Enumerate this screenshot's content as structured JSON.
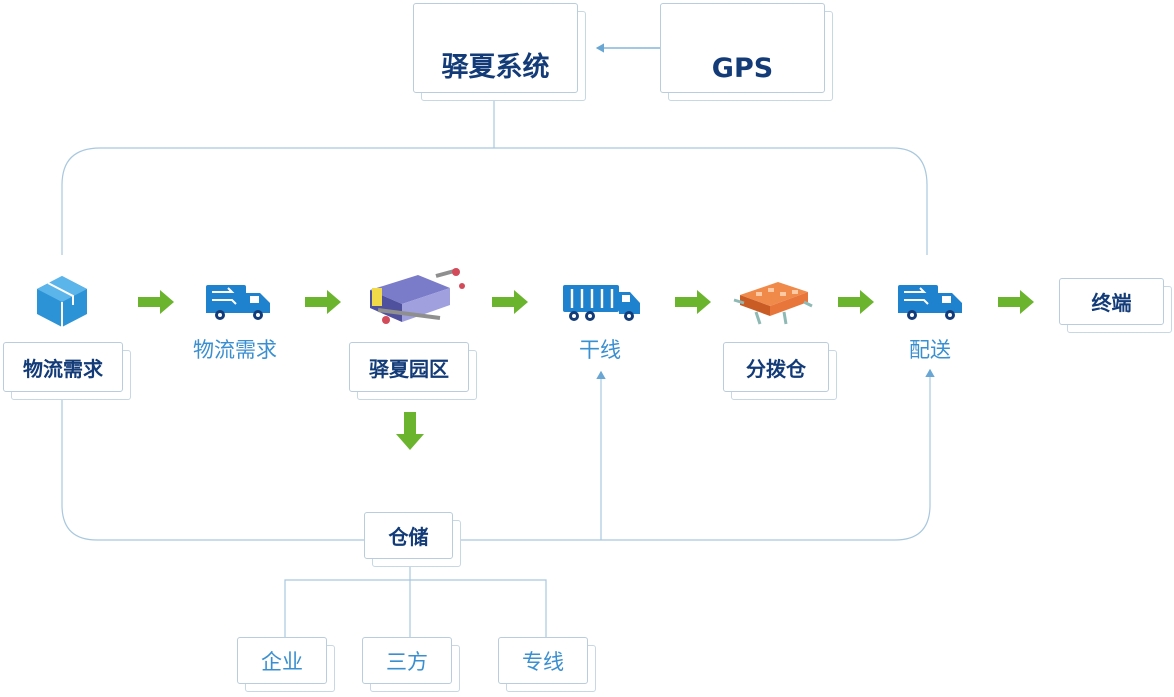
{
  "system": {
    "label": "驿夏系统",
    "icon": "network-computers-icon"
  },
  "gps": {
    "label": "GPS",
    "icon": "satellite-icon"
  },
  "flow": {
    "step1": {
      "label": "物流需求",
      "icon": "package-box-icon"
    },
    "step2": {
      "label": "物流需求",
      "icon": "delivery-truck-icon"
    },
    "step3": {
      "label": "驿夏园区",
      "icon": "logistics-park-icon"
    },
    "step4": {
      "label": "干线",
      "icon": "trunk-truck-icon"
    },
    "step5": {
      "label": "分拨仓",
      "icon": "distribution-warehouse-icon"
    },
    "step6": {
      "label": "配送",
      "icon": "delivery-van-icon"
    },
    "step7": {
      "label": "终端"
    }
  },
  "storage": {
    "label": "仓储"
  },
  "storage_types": [
    {
      "label": "企业"
    },
    {
      "label": "三方"
    },
    {
      "label": "专线"
    }
  ],
  "colors": {
    "arrow_green": "#6bb52e",
    "line": "#a8c8df",
    "dark_text": "#123b78",
    "blue_text": "#3a8fd0"
  }
}
